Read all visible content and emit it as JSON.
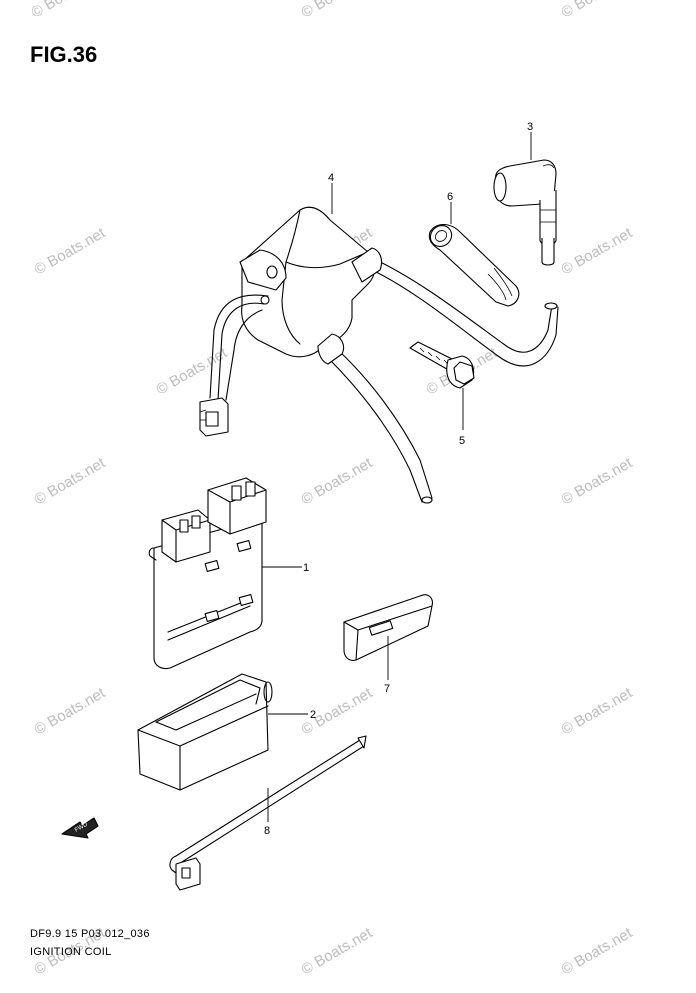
{
  "figure": {
    "title": "FIG.36",
    "footer_code": "DF9.9 15 P03 012_036",
    "footer_name": "IGNITION COIL",
    "fwd_label": "FWD"
  },
  "watermarks": [
    "© Boats.net",
    "© Boats.net",
    "© Boats.net",
    "© Boats.net",
    "© Boats.net",
    "© Boats.net",
    "© Boats.net",
    "© Boats.net",
    "© Boats.net",
    "© Boats.net",
    "© Boats.net",
    "© Boats.net",
    "© Boats.net",
    "© Boats.net",
    "© Boats.net",
    "© Boats.net",
    "© Boats.net"
  ],
  "parts": [
    {
      "label": "1"
    },
    {
      "label": "2"
    },
    {
      "label": "3"
    },
    {
      "label": "4"
    },
    {
      "label": "5"
    },
    {
      "label": "6"
    },
    {
      "label": "7"
    },
    {
      "label": "8"
    }
  ]
}
